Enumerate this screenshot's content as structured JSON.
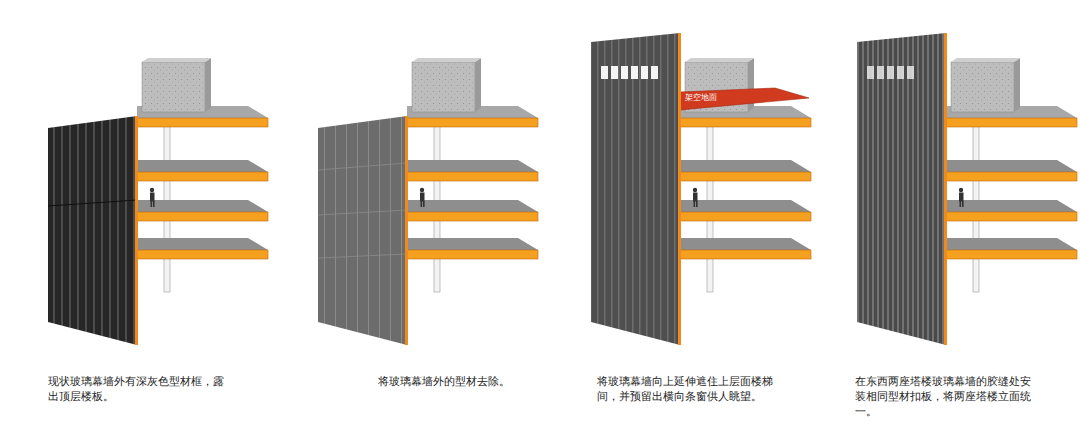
{
  "diagram": {
    "labels": [
      "现状玻璃幕墙外有深灰色型材框，露出顶层楼板。",
      "将玻璃幕墙外的型材去除。",
      "架空地面",
      "将玻璃幕墙向上延伸遮住上层面楼梯间，并预留出横向条窗供人眺望。",
      "在东西两座塔楼玻璃幕墙的胶缝处安装相同型材扣板，将两座塔楼立面统一。"
    ]
  }
}
